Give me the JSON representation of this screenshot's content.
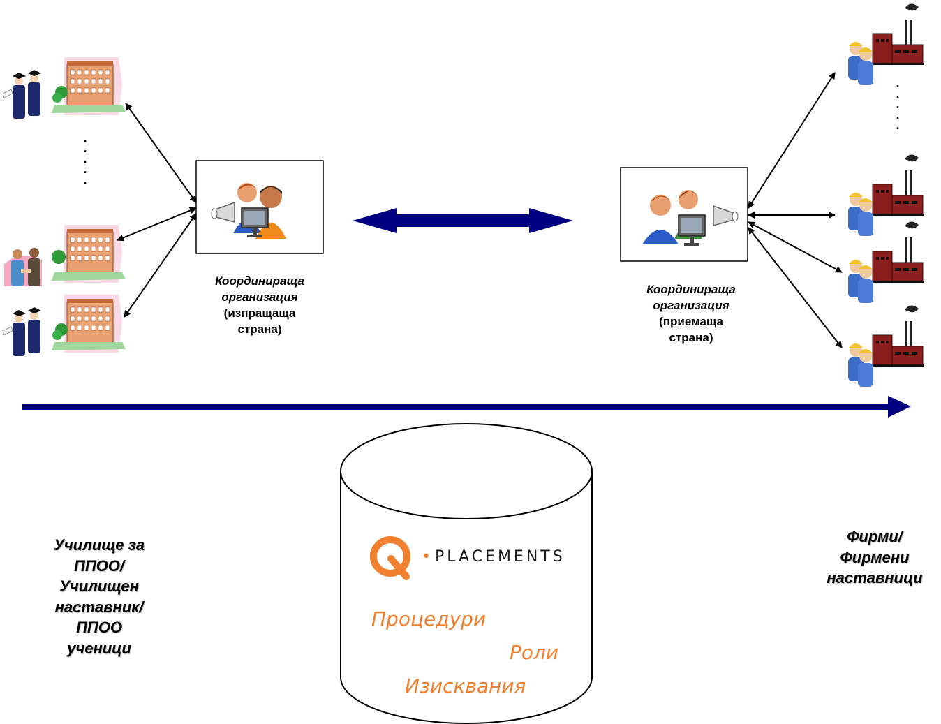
{
  "left_org": {
    "lines": [
      "Координираща",
      "организация",
      "(изпращаща",
      "страна)"
    ]
  },
  "right_org": {
    "lines": [
      "Координираща",
      "организация",
      "(приемаща",
      "страна)"
    ]
  },
  "left_side": {
    "lines": [
      "Училище за",
      "ППОО/",
      "Училищен",
      "наставник/",
      "ППОО",
      "ученици"
    ]
  },
  "right_side": {
    "lines": [
      "Фирми/",
      "Фирмени",
      "наставници"
    ]
  },
  "database": {
    "brand_name": "PLACEMENTS",
    "brand_dot": "•",
    "items": [
      "Процедури",
      "Роли",
      "Изисквания"
    ]
  },
  "ellipsis_mark": ".",
  "colors": {
    "accent_orange": "#f07f2e",
    "arrow_navy": "#000080",
    "line_black": "#000000"
  },
  "icons": {
    "schools": [
      "graduates-school-icon",
      "handshake-school-icon",
      "graduates-school-icon"
    ],
    "factories": [
      "worker-factory-icon",
      "worker-factory-icon",
      "worker-factory-icon",
      "worker-factory-icon"
    ],
    "coordinators": [
      "coordinator-sending-icon",
      "coordinator-receiving-icon"
    ],
    "brand_logo": "q-logo-icon"
  }
}
